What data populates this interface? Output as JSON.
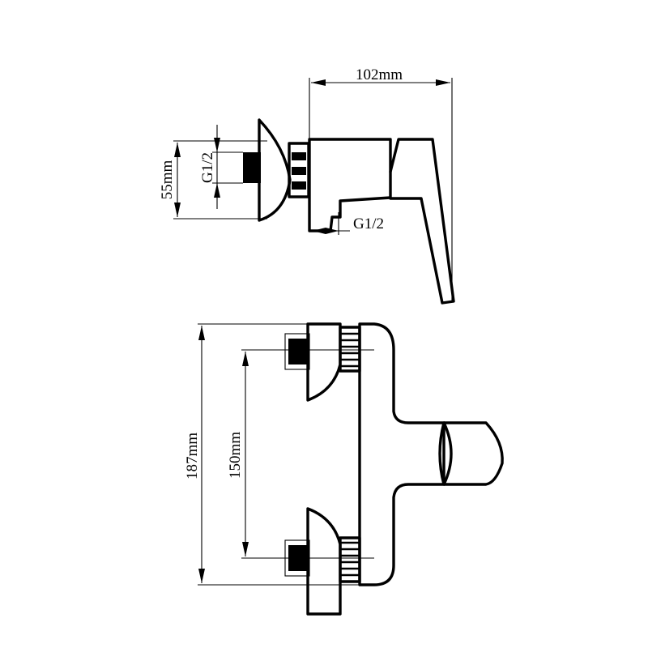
{
  "dimensions": {
    "width_top": "102mm",
    "height_top": "55mm",
    "thread_inlet": "G1/2",
    "thread_outlet": "G1/2",
    "height_total": "187mm",
    "centers": "150mm"
  }
}
